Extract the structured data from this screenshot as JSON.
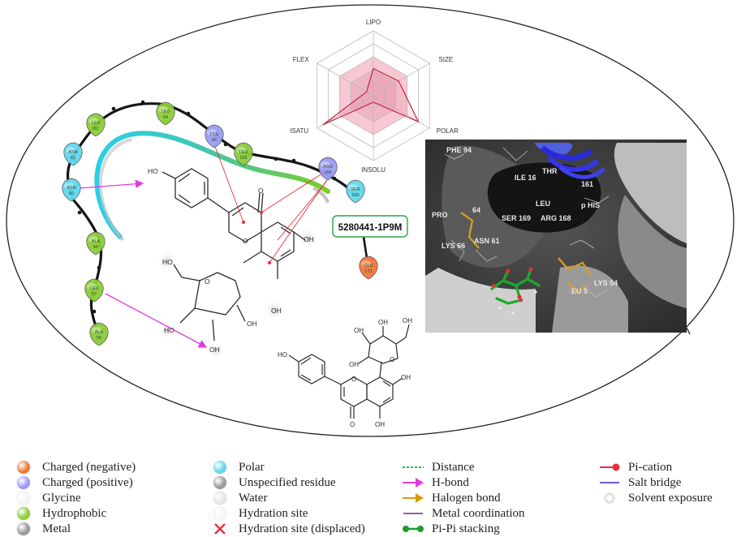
{
  "radar": {
    "axes": [
      "LIPO",
      "SIZE",
      "POLAR",
      "INSOLU",
      "ISATU",
      "FLEX"
    ],
    "values": [
      0.42,
      0.45,
      0.8,
      0.1,
      0.9,
      0.12
    ]
  },
  "ligand_id": "5280441-1P9M",
  "residues": [
    {
      "id": "leu62",
      "name": "LEU",
      "num": "62",
      "type": "hydrophobic"
    },
    {
      "id": "leu64",
      "name": "LEU",
      "num": "64",
      "type": "hydrophobic"
    },
    {
      "id": "lys66",
      "name": "LYS",
      "num": "66",
      "type": "positive"
    },
    {
      "id": "leu165",
      "name": "LEU",
      "num": "165",
      "type": "hydrophobic"
    },
    {
      "id": "arg168",
      "name": "ARG",
      "num": "168",
      "type": "positive"
    },
    {
      "id": "ser169",
      "name": "SER",
      "num": "169",
      "type": "polar"
    },
    {
      "id": "asn61",
      "name": "ASN",
      "num": "61",
      "type": "polar"
    },
    {
      "id": "asn60",
      "name": "ASN",
      "num": "60",
      "type": "polar"
    },
    {
      "id": "ala58",
      "name": "ALA",
      "num": "58",
      "type": "hydrophobic"
    },
    {
      "id": "leu57",
      "name": "LEU",
      "num": "57",
      "type": "hydrophobic"
    },
    {
      "id": "ala56",
      "name": "ALA",
      "num": "56",
      "type": "hydrophobic"
    },
    {
      "id": "glu172",
      "name": "GLU",
      "num": "172",
      "type": "negative"
    }
  ],
  "atoms": {
    "hydroxyl": "OH",
    "carbonyl": "O",
    "ring_oxygen": "O",
    "oh_short": "HO"
  },
  "structure3d_labels": [
    "PHE 94",
    "ILE 16",
    "THR",
    "161",
    "LEU",
    "p HIS",
    "PRO",
    "64",
    "SER 169",
    "ARG 168",
    "LYS 66",
    "ASN 61",
    "EU 5",
    "LYS 54"
  ],
  "colors": {
    "negative": "#f07838",
    "positive": "#9a9cf4",
    "polar": "#62d8ee",
    "hydrophobic": "#8ccd38",
    "glycine": "#f4f4f4",
    "unspecified": "#9a9a9a",
    "water": "#e6e6e6",
    "hbond": "#e23bdc",
    "pication": "#e8303a",
    "saltbridge": "#5046d8",
    "pipi": "#1c9c2c",
    "distance": "#25b84a",
    "halogen": "#d99a10",
    "metal_coord": "#7a4a9a"
  },
  "legend": {
    "col1": [
      "Charged (negative)",
      "Charged (positive)",
      "Glycine",
      "Hydrophobic",
      "Metal"
    ],
    "col2": [
      "Polar",
      "Unspecified residue",
      "Water",
      "Hydration site",
      "Hydration site (displaced)"
    ],
    "col3": [
      "Distance",
      "H-bond",
      "Halogen bond",
      "Metal coordination",
      "Pi-Pi stacking"
    ],
    "col4": [
      "Pi-cation",
      "Salt bridge",
      "Solvent exposure"
    ]
  }
}
